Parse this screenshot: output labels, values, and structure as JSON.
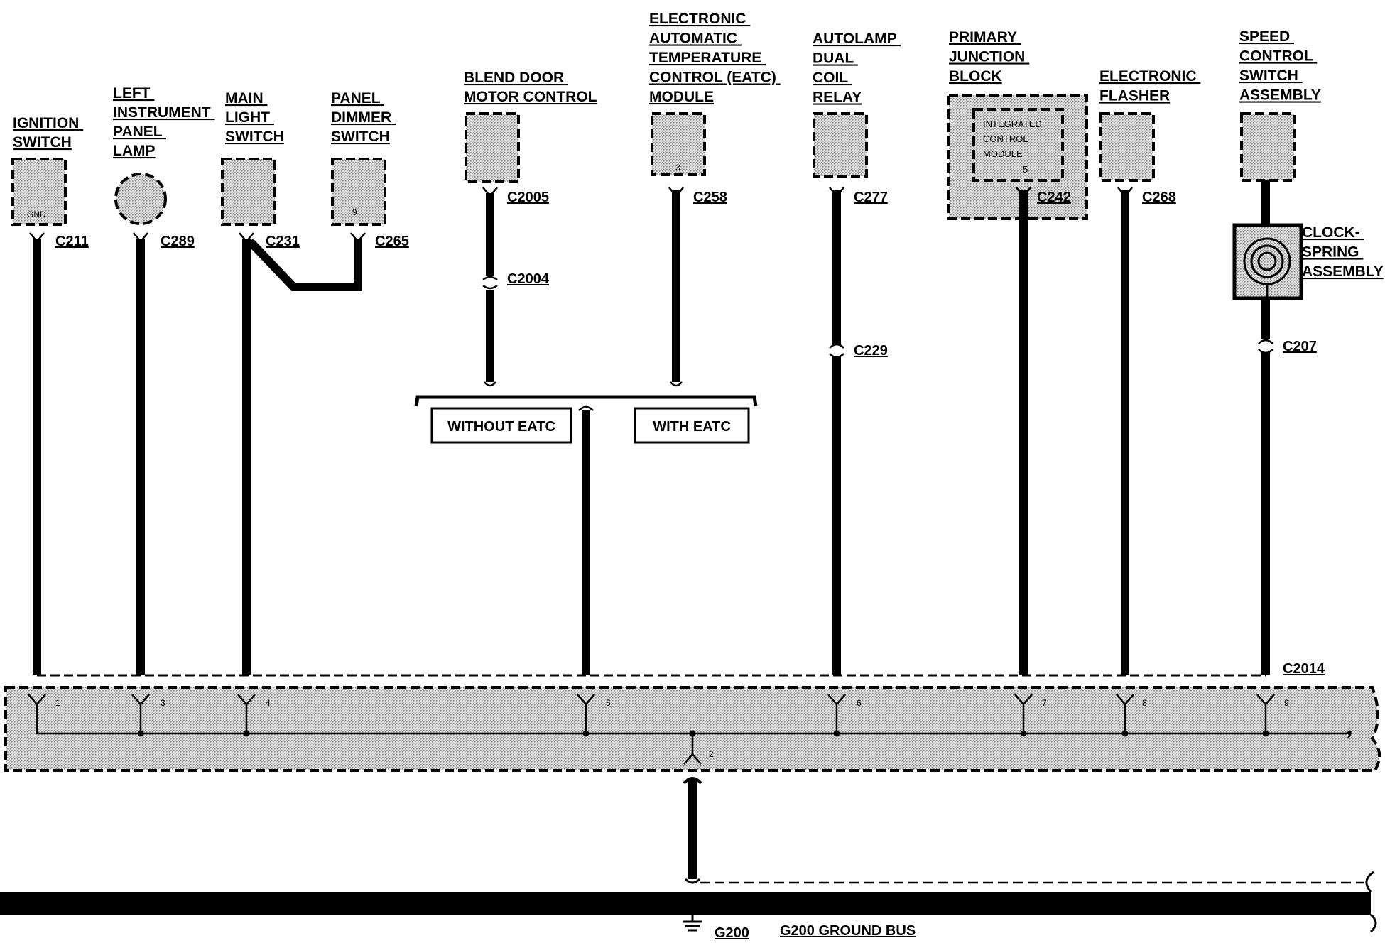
{
  "components": {
    "ignition_switch": {
      "lines": [
        "IGNITION",
        "SWITCH"
      ],
      "inner": "GND",
      "connector": "C211"
    },
    "left_instrument_panel_lamp": {
      "lines": [
        "LEFT",
        "INSTRUMENT",
        "PANEL",
        "LAMP"
      ],
      "connector": "C289"
    },
    "main_light_switch": {
      "lines": [
        "MAIN",
        "LIGHT",
        "SWITCH"
      ],
      "connector": "C231"
    },
    "panel_dimmer_switch": {
      "lines": [
        "PANEL",
        "DIMMER",
        "SWITCH"
      ],
      "inner": "9",
      "connector": "C265"
    },
    "blend_door_motor_control": {
      "lines": [
        "BLEND DOOR",
        "MOTOR CONTROL"
      ],
      "connector": "C2005",
      "inline_connector": "C2004"
    },
    "eatc_module": {
      "lines": [
        "ELECTRONIC",
        "AUTOMATIC",
        "TEMPERATURE",
        "CONTROL (EATC)",
        "MODULE"
      ],
      "inner": "3",
      "connector": "C258"
    },
    "autolamp_relay": {
      "lines": [
        "AUTOLAMP",
        "DUAL",
        "COIL",
        "RELAY"
      ],
      "connector": "C277",
      "inline_connector": "C229"
    },
    "primary_junction_block": {
      "lines": [
        "PRIMARY",
        "JUNCTION",
        "BLOCK"
      ],
      "inner_lines": [
        "INTEGRATED",
        "CONTROL",
        "MODULE"
      ],
      "inner_pin": "5",
      "connector": "C242"
    },
    "electronic_flasher": {
      "lines": [
        "ELECTRONIC",
        "FLASHER"
      ],
      "connector": "C268"
    },
    "speed_control_switch": {
      "lines": [
        "SPEED",
        "CONTROL",
        "SWITCH",
        "ASSEMBLY"
      ],
      "connector": "C207"
    },
    "clockspring": {
      "lines": [
        "CLOCK-",
        "SPRING",
        "ASSEMBLY"
      ]
    }
  },
  "options": {
    "without": "WITHOUT EATC",
    "with": "WITH EATC"
  },
  "splice_block": {
    "connector": "C2014",
    "pins": [
      "1",
      "3",
      "4",
      "5",
      "6",
      "7",
      "8",
      "9",
      "2"
    ]
  },
  "ground": {
    "id": "G200",
    "label": "G200 GROUND BUS"
  }
}
